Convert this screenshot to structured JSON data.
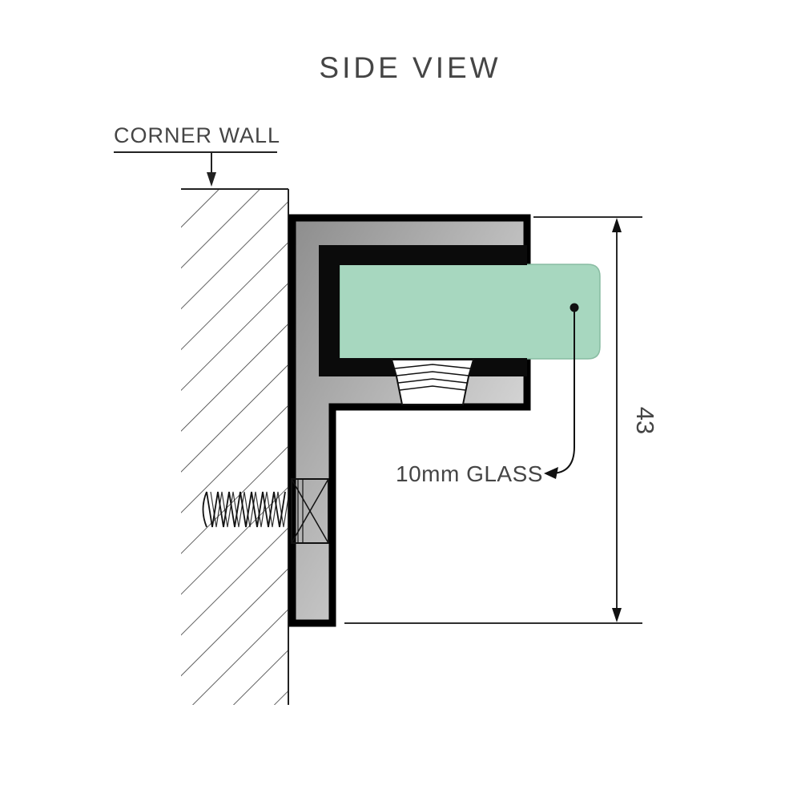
{
  "title": "SIDE VIEW",
  "labels": {
    "corner_wall": "CORNER WALL",
    "glass": "10mm GLASS",
    "dimension_43": "43"
  },
  "colors": {
    "text": "#454545",
    "line": "#1a1a1a",
    "glass_fill": "#a7d7bf",
    "glass_edge": "#82b79c",
    "bracket_dark": "#8d8d8d",
    "bracket_light": "#eeeeee",
    "gasket": "#0b0b0b"
  }
}
